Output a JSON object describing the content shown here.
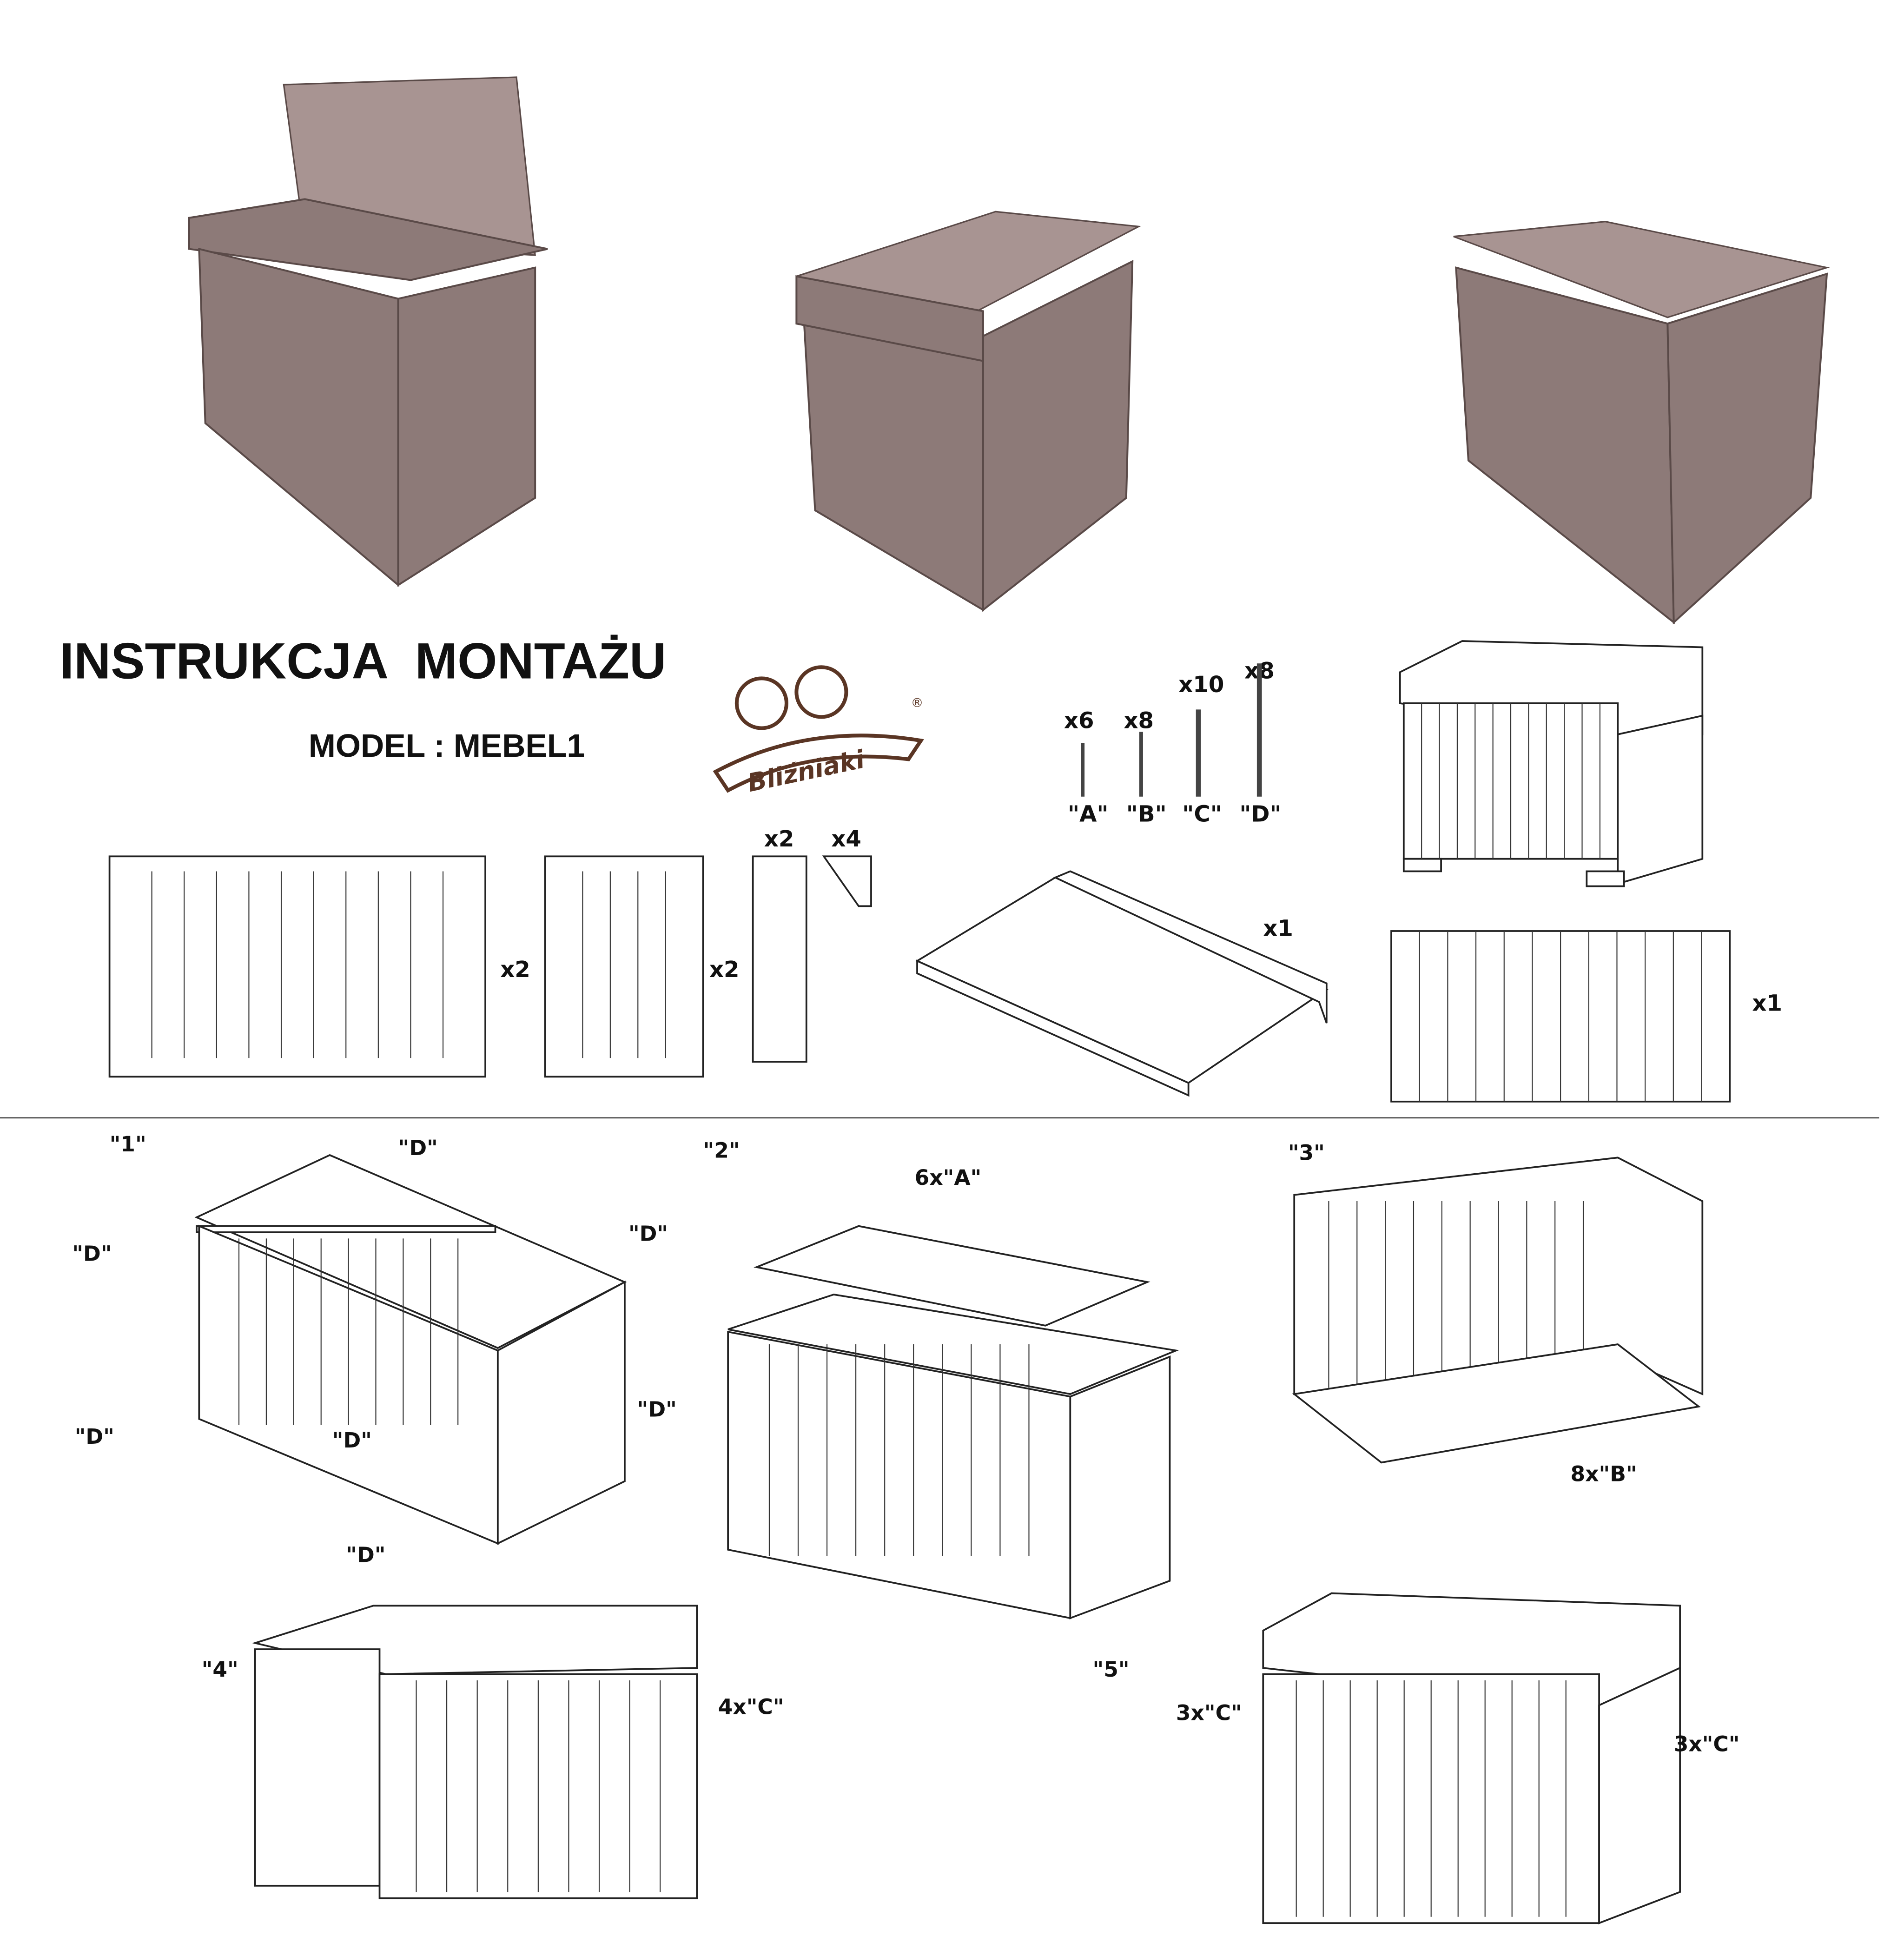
{
  "title": "INSTRUKCJA  MONTAŻU",
  "model": "MODEL : MEBEL1",
  "logo": {
    "text": "Bliźniaki",
    "registered": "®",
    "color": "#5a3524"
  },
  "wood_color": "#8d7a78",
  "screws": [
    {
      "qty": "x6",
      "label": "\"A\""
    },
    {
      "qty": "x8",
      "label": "\"B\""
    },
    {
      "qty": "x10",
      "label": "\"C\""
    },
    {
      "qty": "x8",
      "label": "\"D\""
    }
  ],
  "parts": [
    {
      "name": "long-side-panel",
      "qty": "x2"
    },
    {
      "name": "short-side-panel",
      "qty": "x2"
    },
    {
      "name": "strip",
      "qty": "x2"
    },
    {
      "name": "corner-block",
      "qty": "x4"
    },
    {
      "name": "lid",
      "qty": "x1"
    },
    {
      "name": "back-panel",
      "qty": "x1"
    }
  ],
  "steps": {
    "s1": {
      "label": "\"1\"",
      "callouts": [
        "\"D\"",
        "\"D\"",
        "\"D\"",
        "\"D\"",
        "\"D\"",
        "\"D\"",
        "\"D\""
      ]
    },
    "s2": {
      "label": "\"2\"",
      "callout": "6x\"A\""
    },
    "s3": {
      "label": "\"3\"",
      "callout": "8x\"B\""
    },
    "s4": {
      "label": "\"4\"",
      "callout": "4x\"C\""
    },
    "s5": {
      "label": "\"5\"",
      "callout_left": "3x\"C\"",
      "callout_right": "3x\"C\""
    }
  }
}
